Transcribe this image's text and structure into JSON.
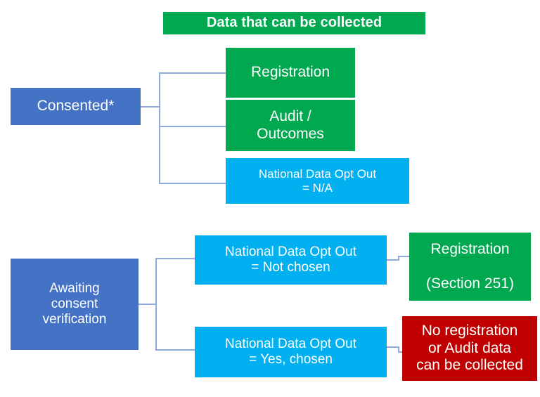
{
  "diagram": {
    "title": "Data that can be collected",
    "colors": {
      "green": "#00a84f",
      "blue": "#4472c4",
      "cyan": "#00b0f0",
      "red": "#c00000",
      "connector": "#8faadc",
      "text": "#ffffff",
      "background": "#ffffff"
    },
    "branches": [
      {
        "name": "consented",
        "source_label": "Consented*",
        "outcomes": [
          {
            "name": "registration",
            "label": "Registration",
            "color": "green"
          },
          {
            "name": "audit-outcomes",
            "label": "Audit /\nOutcomes",
            "color": "green"
          },
          {
            "name": "national-data-opt-out-na",
            "label": "National Data Opt Out\n= N/A",
            "color": "cyan"
          }
        ]
      },
      {
        "name": "awaiting-consent-verification",
        "source_label": "Awaiting\nconsent\nverification",
        "outcomes": [
          {
            "name": "national-data-opt-out-not-chosen",
            "label": "National Data Opt Out\n= Not chosen",
            "color": "cyan",
            "result": {
              "name": "registration-section-251",
              "label": "Registration\n\n(Section 251)",
              "color": "green"
            }
          },
          {
            "name": "national-data-opt-out-yes-chosen",
            "label": "National Data Opt Out\n= Yes, chosen",
            "color": "cyan",
            "result": {
              "name": "no-registration-or-audit",
              "label": "No registration\nor Audit data\ncan be collected",
              "color": "red"
            }
          }
        ]
      }
    ]
  }
}
